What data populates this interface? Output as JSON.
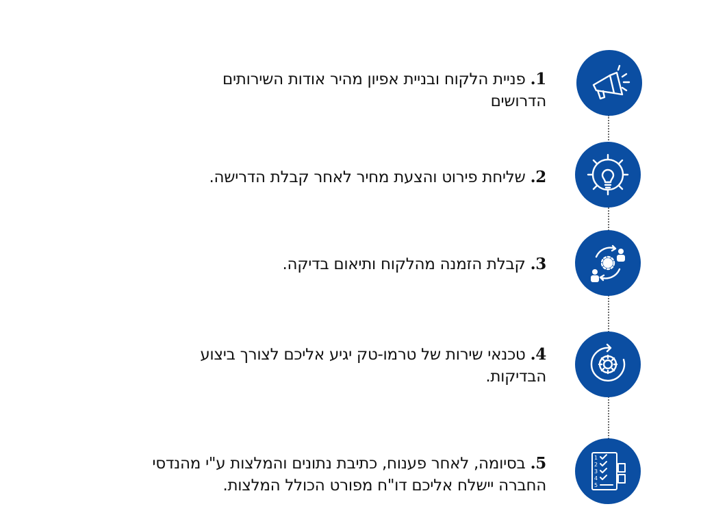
{
  "colors": {
    "accent": "#0b4ea2",
    "text": "#111111",
    "connector": "#6b6b6b"
  },
  "steps": [
    {
      "number": "1.",
      "text": "פניית הלקוח ובניית אפיון מהיר אודות השירותים הדרושים",
      "icon": "megaphone-icon"
    },
    {
      "number": "2.",
      "text": "שליחת פירוט והצעת מחיר לאחר קבלת הדרישה.",
      "icon": "lightbulb-gear-icon"
    },
    {
      "number": "3.",
      "text": "קבלת הזמנה מהלקוח ותיאום בדיקה.",
      "icon": "people-exchange-gear-icon"
    },
    {
      "number": "4.",
      "text": "טכנאי שירות של טרמו-טק יגיע אליכם לצורך ביצוע הבדיקות.",
      "icon": "gear-cycle-icon"
    },
    {
      "number": "5.",
      "text": "בסיומה, לאחר פענוח, כתיבת נתונים והמלצות ע\"י מהנדסי החברה יישלח אליכם דו\"ח מפורט הכולל המלצות.",
      "icon": "checklist-report-icon"
    }
  ]
}
